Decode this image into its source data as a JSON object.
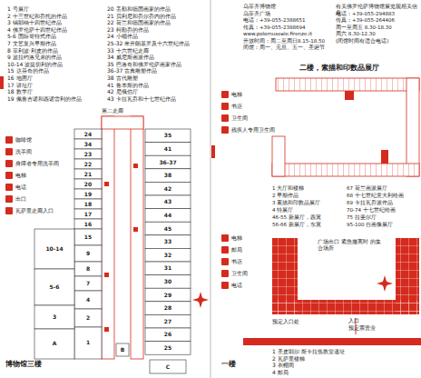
{
  "diagram": {
    "labels": [
      "乌菲齐博物馆",
      "乌菲齐广场",
      "电话：+39-055-2388651",
      "传真：+39-055-2388694",
      "www.polomuseale.firenze.it",
      "开放时间：周二至周日8.15-18.50",
      "闭馆：周一、元旦、五一、圣诞节",
      "有关佛罗伦萨博物馆展览观相关信息",
      "电话：+39-055-294883",
      "传真：+39-055-264406",
      "周一至周五 8.30-18.30",
      "周六 8.30-12.30",
      "(闭馆时间有适合电话)",
      "1 号展厅",
      "2 十三世纪和乔托的作品",
      "3 锡耶纳十四世纪作品",
      "4 佛罗伦萨十四世纪作品",
      "5-6 国际哥特式作品",
      "7 文艺复兴早期作品",
      "8 菲利波·利皮的作品",
      "9 波拉约洛兄弟的作品",
      "10-14 波提切利的作品",
      "15 达芬奇的作品",
      "16 地图厅",
      "17 讲坛厅",
      "18 数学厅",
      "19 佩鲁吉诺和西诺雷利的作品",
      "20 丢勒和德国画家的作品",
      "21 贝利尼和乔尔乔内的作品",
      "22 荷兰和德国画家的作品",
      "23 柯勒乔的作品",
      "24 小细作品",
      "25-32 米开朗基罗及十六世纪作品",
      "33 十六世纪走廊",
      "34 威尼斯画派作品",
      "35 巴洛奇和佛罗伦萨画家作品",
      "36-37 古典雕塑作品",
      "38 古代雕塑",
      "41 鲁本斯的作品",
      "42 尼俄伯厅",
      "43 卡拉瓦乔和十七世纪作品",
      "博物馆三楼",
      "第二走廊",
      "24",
      "34",
      "23",
      "22",
      "21",
      "20",
      "19",
      "18",
      "17",
      "16",
      "15",
      "10-14",
      "9",
      "8",
      "7",
      "5-6",
      "4",
      "3",
      "2",
      "1",
      "A",
      "B",
      "C",
      "35",
      "41",
      "36-37",
      "38",
      "42",
      "43",
      "44",
      "45",
      "33",
      "32",
      "31",
      "30",
      "29",
      "28",
      "27",
      "26",
      "25",
      "二楼，素描和印数品展厅",
      "1 大厅和楼梯",
      "2 早期作品",
      "3 素描和印数品展厅",
      "4 特展厅",
      "46-55 新展厅，西翼",
      "56-66 新展厅，东翼",
      "67 荷兰画派展厅",
      "68 十七世纪意大利绘画",
      "69 卡拉瓦乔派作品",
      "70-74 十七世纪绘画",
      "75 拉斐尔厅",
      "95-100 自画像展厅",
      "广场出口 紧急撤离时 的集合场所",
      "预定入口处",
      "入口",
      "预定票营业",
      "1 圣皮耶尔·斯卡拉焦教堂遗址",
      "2 瓦萨里楼梯",
      "3 衣帽间",
      "4 邮局",
      "一楼"
    ],
    "legend": [
      {
        "text": "咖啡馆"
      },
      {
        "text": "洗手间"
      },
      {
        "text": "身障者专用洗手间"
      },
      {
        "text": "电梯"
      },
      {
        "text": "电话"
      },
      {
        "text": "出口"
      },
      {
        "text": "瓦萨里走廊入口"
      },
      {
        "text": "电梯"
      },
      {
        "text": "书店"
      },
      {
        "text": "卫生间"
      },
      {
        "text": "残疾人专用卫生间"
      },
      {
        "text": "电梯"
      },
      {
        "text": "邮局"
      },
      {
        "text": "书店"
      },
      {
        "text": "卫生间"
      },
      {
        "text": "电话"
      }
    ]
  }
}
